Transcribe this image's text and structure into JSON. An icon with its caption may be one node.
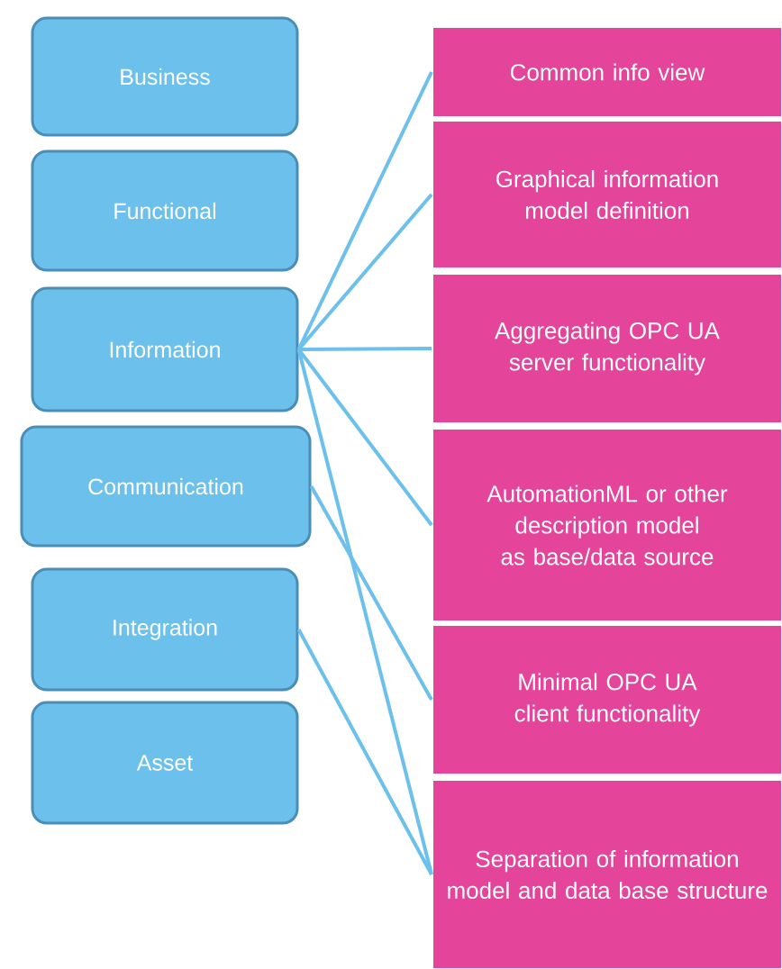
{
  "diagram": {
    "nodes": [
      {
        "text": [
          "Business"
        ]
      },
      {
        "text": [
          "Functional"
        ]
      },
      {
        "text": [
          "Information"
        ]
      },
      {
        "text": [
          "Communication"
        ]
      },
      {
        "text": [
          "Integration"
        ]
      },
      {
        "text": [
          "Asset"
        ]
      },
      {
        "text": [
          "Common info view"
        ]
      },
      {
        "text": [
          "Graphical information model definition"
        ]
      },
      {
        "text": [
          "Aggregating OPC UA server functionality"
        ]
      },
      {
        "text": [
          "AutomationML or other description model as base/data source"
        ]
      },
      {
        "text": [
          "Minimal OPC UA client functionality"
        ]
      },
      {
        "text": [
          "Separation of information model and data base structure"
        ]
      }
    ],
    "edges": [
      {
        "from": 2,
        "to": 6,
        "arrow": "none"
      },
      {
        "from": 2,
        "to": 7,
        "arrow": "none"
      },
      {
        "from": 2,
        "to": 8,
        "arrow": "none"
      },
      {
        "from": 2,
        "to": 9,
        "arrow": "none"
      },
      {
        "from": 3,
        "to": 10,
        "arrow": "none"
      },
      {
        "from": 2,
        "to": 11,
        "arrow": "none"
      },
      {
        "from": 4,
        "to": 11,
        "arrow": "none"
      }
    ]
  }
}
